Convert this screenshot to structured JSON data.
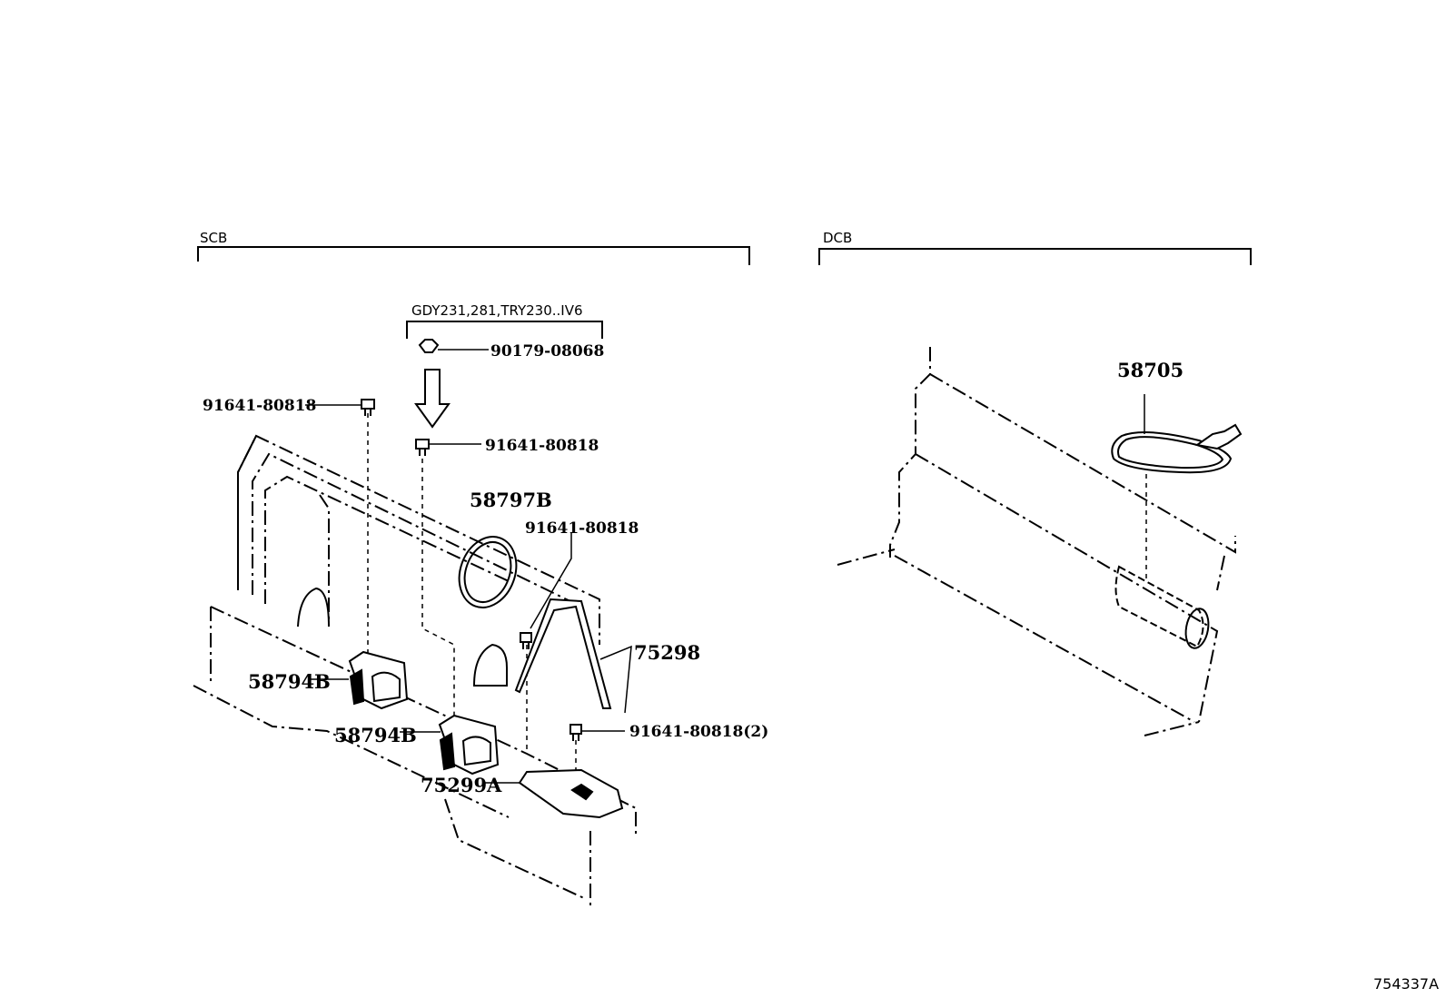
{
  "sections": {
    "scb": "SCB",
    "dcb": "DCB"
  },
  "sub_group": "GDY231,281,TRY230..IV6",
  "parts": {
    "nut_top": "90179-08068",
    "bolt_left": "91641-80818",
    "bolt_center": "91641-80818",
    "ring": "58797B",
    "bolt_right": "91641-80818",
    "bracket_75298": "75298",
    "cover_upper": "58794B",
    "cover_lower": "58794B",
    "bolt_bottom": "91641-80818(2)",
    "bracket_75299a": "75299A",
    "cable": "58705"
  },
  "diagram_id": "754337A"
}
